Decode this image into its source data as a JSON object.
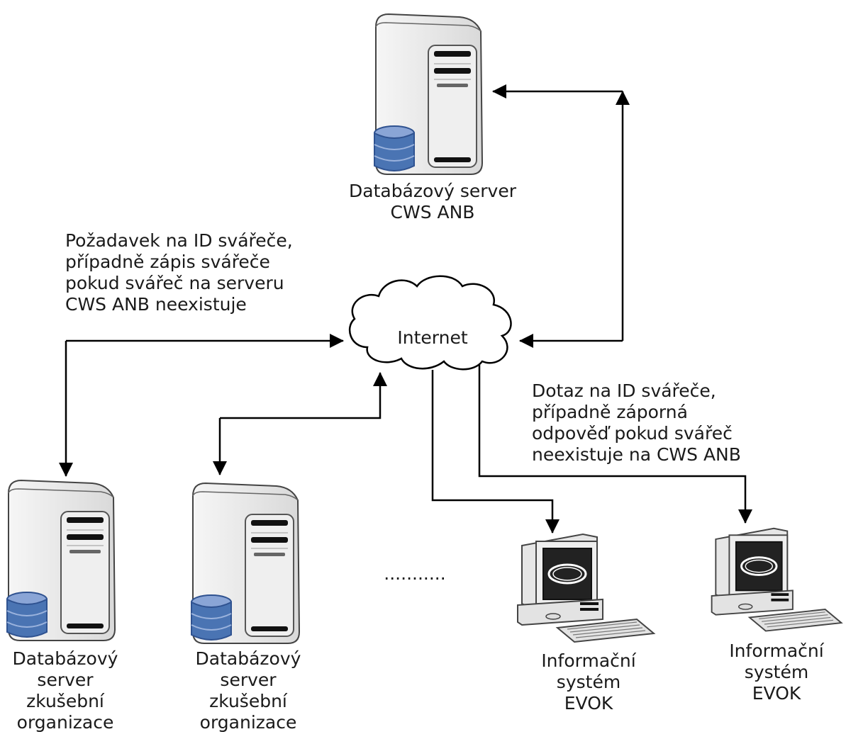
{
  "nodes": {
    "top_server": {
      "label": [
        "Databázový server",
        "CWS ANB"
      ]
    },
    "internet": {
      "label": "Internet"
    },
    "left_server_1": {
      "label": [
        "Databázový",
        "server",
        "zkušební",
        "organizace"
      ]
    },
    "left_server_2": {
      "label": [
        "Databázový",
        "server",
        "zkušební",
        "organizace"
      ]
    },
    "evok_1": {
      "label": [
        "Informační",
        "systém",
        "EVOK"
      ]
    },
    "evok_2": {
      "label": [
        "Informační",
        "systém",
        "EVOK"
      ]
    }
  },
  "notes": {
    "request_note": [
      "Požadavek na ID svářeče,",
      "případně zápis svářeče",
      "pokud svářeč na serveru",
      "CWS ANB neexistuje"
    ],
    "query_note": [
      "Dotaz na ID svářeče,",
      "případně záporná",
      "odpověď pokud svářeč",
      "neexistuje na CWS ANB"
    ]
  },
  "ellipsis": "...........",
  "colors": {
    "line": "#000000",
    "db_blue": "#4a74b3",
    "db_dark": "#2f5290",
    "db_light": "#9bb3dd",
    "case": "#e8e8e8",
    "screen": "#222222"
  }
}
